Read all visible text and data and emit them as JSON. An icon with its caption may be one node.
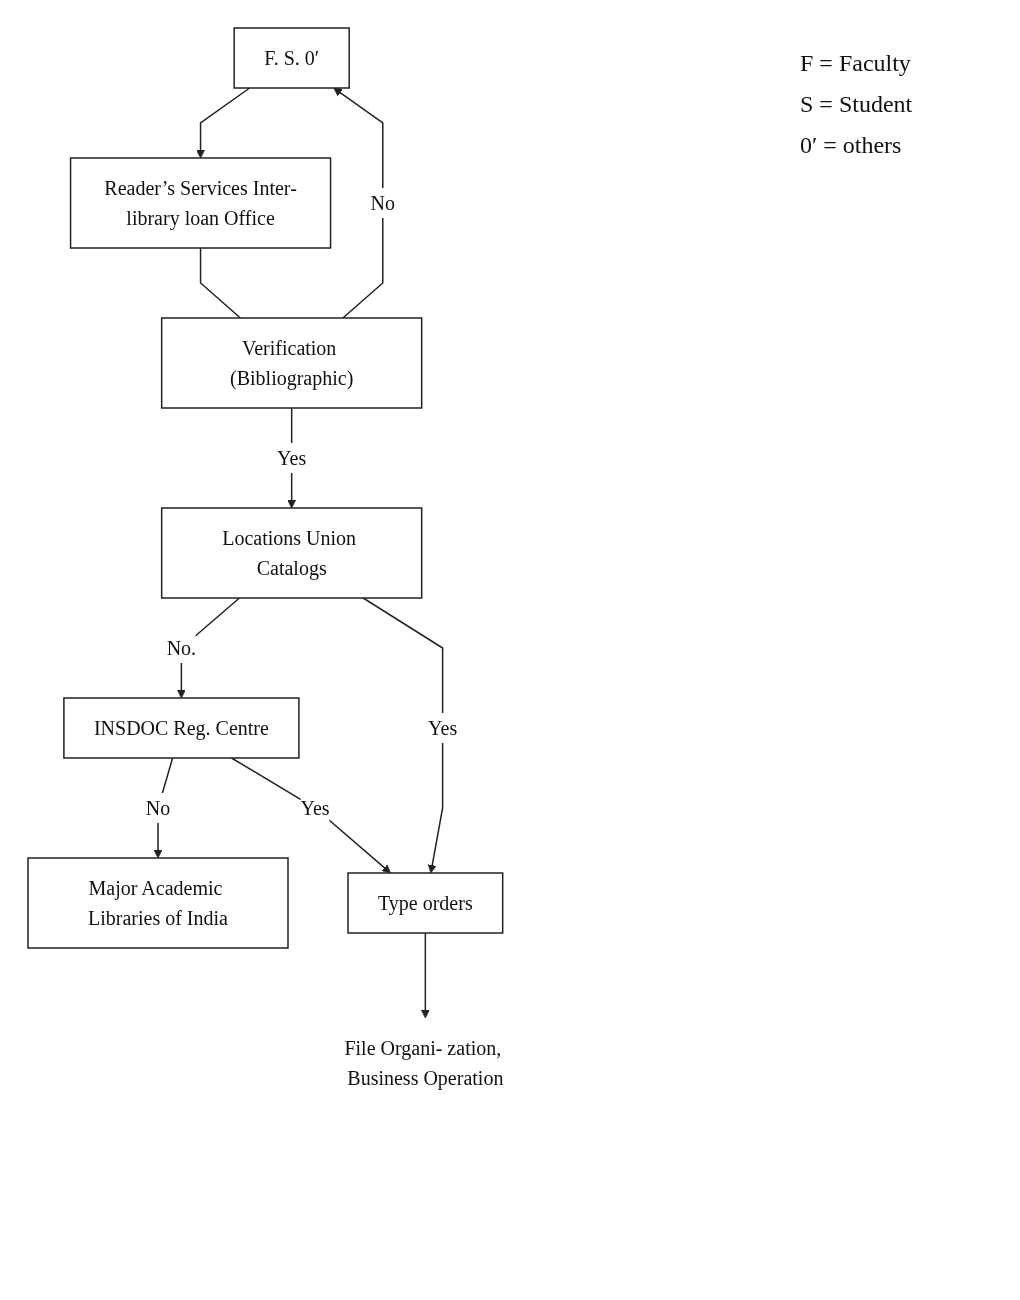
{
  "diagram": {
    "nodes": [
      {
        "text": [
          "F. S. 0′"
        ]
      },
      {
        "text": [
          "Reader’s Services Inter-library loan Office"
        ]
      },
      {
        "text": [
          "Verification (Bibliographic)"
        ]
      },
      {
        "text": [
          "Locations Union Catalogs"
        ]
      },
      {
        "text": [
          "INSDOC Reg. Centre"
        ]
      },
      {
        "text": [
          "Major Academic Libraries of India"
        ]
      },
      {
        "text": [
          "Type orders"
        ]
      },
      {
        "text": [
          "File Organi- zation, Business Operation"
        ]
      }
    ],
    "edges": [
      {
        "from": 0,
        "to": 1,
        "arrow": "to"
      },
      {
        "from": 1,
        "to": 2,
        "arrow": "none"
      },
      {
        "from": 2,
        "to": 0,
        "arrow": "to",
        "label": "No"
      },
      {
        "from": 2,
        "to": 3,
        "arrow": "to",
        "label": "Yes"
      },
      {
        "from": 3,
        "to": 4,
        "arrow": "to",
        "label": "No."
      },
      {
        "from": 3,
        "to": 6,
        "arrow": "to",
        "label": "Yes"
      },
      {
        "from": 4,
        "to": 5,
        "arrow": "to",
        "label": "No"
      },
      {
        "from": 4,
        "to": 6,
        "arrow": "to",
        "label": "Yes"
      },
      {
        "from": 6,
        "to": 7,
        "arrow": "to"
      }
    ],
    "labels": [
      "F = Faculty",
      "S = Student",
      "0′ = others"
    ]
  }
}
